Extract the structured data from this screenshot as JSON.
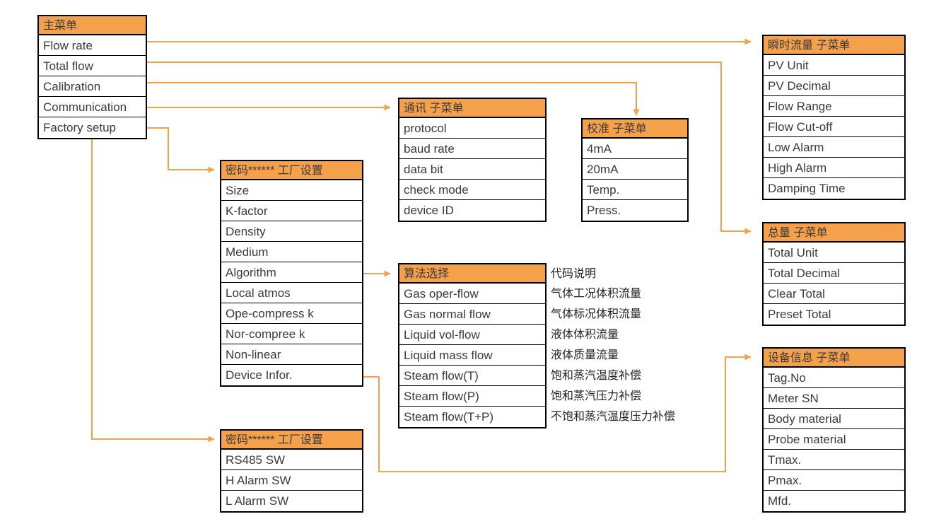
{
  "diagram": {
    "title": "Menu structure tree",
    "accent_color": "#F5A04B",
    "line_color": "#F5A04B",
    "border_color": "#000000",
    "text_color": "#3a3a3a",
    "background": "#ffffff"
  },
  "main_menu": {
    "header": "主菜单",
    "items": [
      "Flow rate",
      "Total flow",
      "Calibration",
      "Communication",
      "Factory setup"
    ]
  },
  "flow_rate_submenu": {
    "header": "瞬时流量 子菜单",
    "items": [
      "PV Unit",
      "PV Decimal",
      "Flow Range",
      "Flow Cut-off",
      "Low Alarm",
      "High Alarm",
      "Damping Time"
    ]
  },
  "total_flow_submenu": {
    "header": "总量 子菜单",
    "items": [
      "Total Unit",
      "Total Decimal",
      "Clear Total",
      "Preset Total"
    ]
  },
  "device_info_submenu": {
    "header": "设备信息 子菜单",
    "items": [
      "Tag.No",
      "Meter SN",
      "Body material",
      "Probe material",
      "Tmax.",
      "Pmax.",
      "Mfd."
    ]
  },
  "communication_submenu": {
    "header": "通讯 子菜单",
    "items": [
      "protocol",
      "baud rate",
      "data bit",
      "check mode",
      "device ID"
    ]
  },
  "calibration_submenu": {
    "header": "校准 子菜单",
    "items": [
      "4mA",
      "20mA",
      "Temp.",
      "Press."
    ]
  },
  "factory_setup_main": {
    "header": "密码****** 工厂设置",
    "items": [
      "Size",
      "K-factor",
      "Density",
      "Medium",
      "Algorithm",
      "Local atmos",
      "Ope-compress k",
      "Nor-compree k",
      "Non-linear",
      "Device Infor."
    ]
  },
  "factory_setup_switches": {
    "header": "密码****** 工厂设置",
    "items": [
      "RS485 SW",
      "H Alarm SW",
      "L Alarm SW"
    ]
  },
  "algorithm_select": {
    "header": "算法选择",
    "items": [
      "Gas oper-flow",
      "Gas normal flow",
      "Liquid vol-flow",
      "Liquid mass flow",
      "Steam flow(T)",
      "Steam flow(P)",
      "Steam flow(T+P)"
    ]
  },
  "algorithm_notes": {
    "title": "代码说明",
    "items": [
      "气体工况体积流量",
      "气体标况体积流量",
      "液体体积流量",
      "液体质量流量",
      "饱和蒸汽温度补偿",
      "饱和蒸汽压力补偿",
      "不饱和蒸汽温度压力补偿"
    ]
  },
  "connections": [
    {
      "from": "Flow rate",
      "to": "瞬时流量 子菜单"
    },
    {
      "from": "Total flow",
      "to": "总量 子菜单"
    },
    {
      "from": "Calibration",
      "to": "校准 子菜单"
    },
    {
      "from": "Communication",
      "to": "通讯 子菜单"
    },
    {
      "from": "Factory setup",
      "to": "密码****** 工厂设置"
    },
    {
      "from": "Factory setup",
      "to": "密码****** 工厂设置 (switches)"
    },
    {
      "from": "Algorithm",
      "to": "算法选择"
    },
    {
      "from": "Device Infor.",
      "to": "设备信息 子菜单"
    }
  ]
}
